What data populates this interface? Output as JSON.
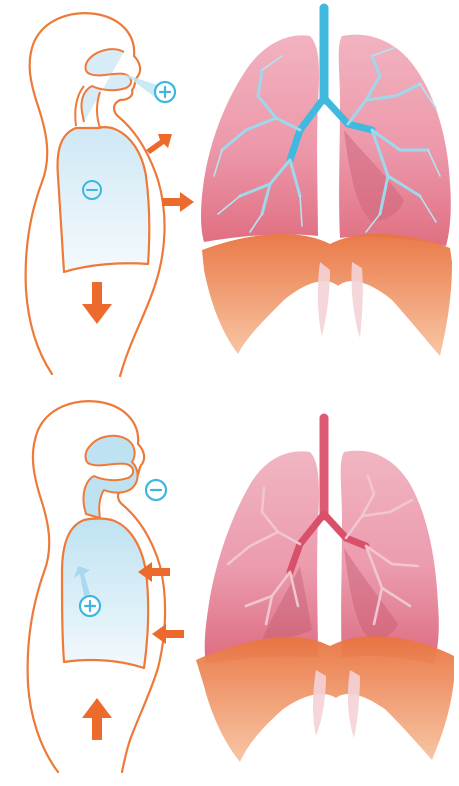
{
  "panels": [
    {
      "phase": "inhalation",
      "air_sign": "+",
      "chest_sign": "−",
      "diaphragm_arrow": "down",
      "side_arrows": "outward",
      "airway_color": "#3fb9dd",
      "cavity_fill": "#d9eef8"
    },
    {
      "phase": "exhalation",
      "air_sign": "−",
      "chest_sign": "+",
      "diaphragm_arrow": "up",
      "side_arrows": "inward",
      "airway_color": "#d9506b",
      "cavity_fill": "#cfe9f4"
    }
  ],
  "colors": {
    "outline": "#ee7a3a",
    "arrow": "#ec6a2c",
    "sign": "#3db7e0",
    "lung": "#ee9aac",
    "diaphragm": "#f0945c"
  }
}
